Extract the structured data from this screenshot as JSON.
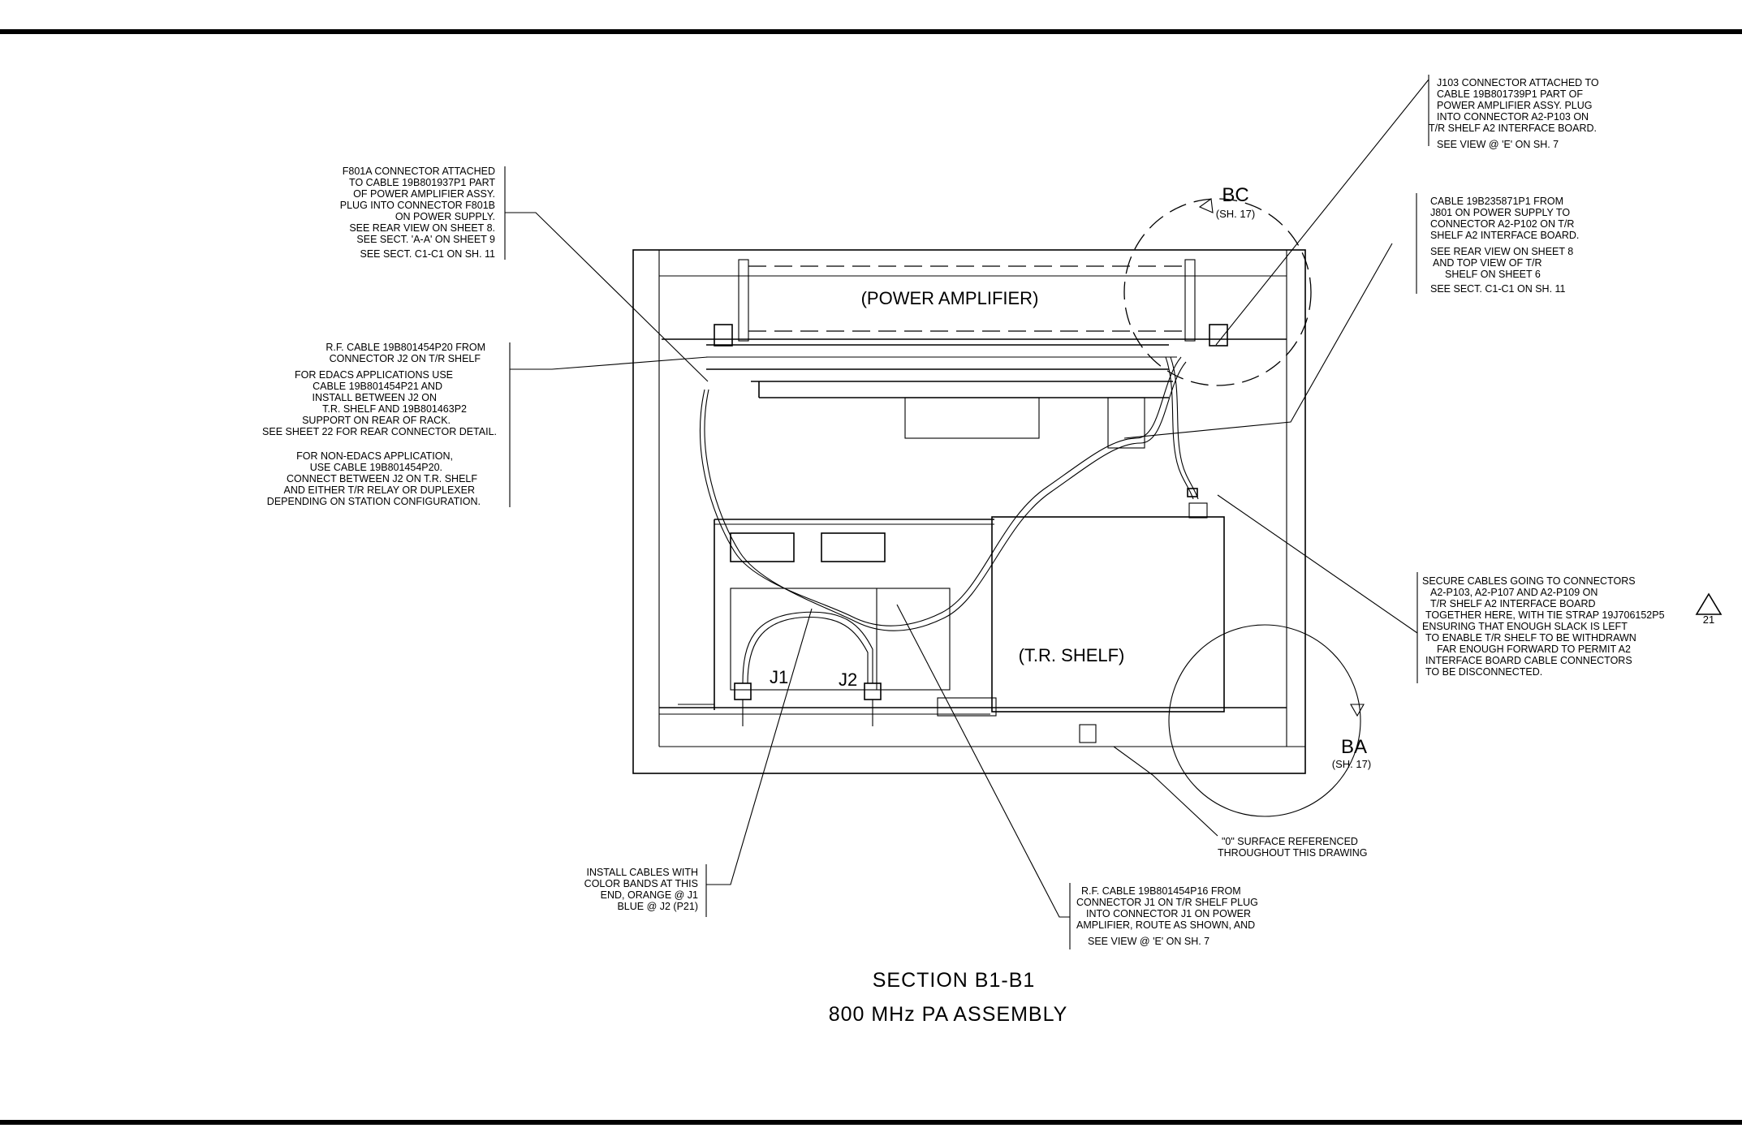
{
  "notes": {
    "f801a": [
      "F801A CONNECTOR ATTACHED",
      "TO CABLE 19B801937P1 PART",
      "OF POWER AMPLIFIER ASSY.",
      "PLUG INTO CONNECTOR F801B",
      "ON POWER SUPPLY.",
      "SEE REAR VIEW ON SHEET 8.",
      "SEE SECT. 'A-A' ON SHEET 9",
      "SEE SECT. C1-C1 ON SH. 11"
    ],
    "rf_cable_j2": [
      "R.F. CABLE 19B801454P20 FROM",
      "CONNECTOR J2 ON T/R SHELF",
      "FOR EDACS APPLICATIONS USE",
      "CABLE 19B801454P21 AND",
      "INSTALL BETWEEN J2 ON",
      "T.R. SHELF AND 19B801463P2",
      "SUPPORT ON REAR OF RACK.",
      "SEE SHEET 22 FOR REAR CONNECTOR DETAIL.",
      "FOR NON-EDACS APPLICATION,",
      "USE CABLE 19B801454P20.",
      "CONNECT BETWEEN J2 ON T.R. SHELF",
      "AND EITHER T/R RELAY OR DUPLEXER",
      "DEPENDING ON STATION CONFIGURATION."
    ],
    "j103": [
      "J103 CONNECTOR ATTACHED TO",
      "CABLE 19B801739P1 PART OF",
      "POWER AMPLIFIER ASSY. PLUG",
      "INTO CONNECTOR A2-P103 ON",
      "T/R SHELF A2 INTERFACE BOARD.",
      "SEE VIEW @ 'E' ON SH. 7"
    ],
    "cable_j801": [
      "CABLE 19B235871P1 FROM",
      "J801 ON POWER SUPPLY TO",
      "CONNECTOR A2-P102 ON T/R",
      "SHELF A2 INTERFACE BOARD.",
      "SEE REAR VIEW ON SHEET 8",
      "AND TOP VIEW OF T/R",
      "SHELF ON SHEET 6",
      "SEE SECT. C1-C1 ON SH. 11"
    ],
    "secure": [
      "SECURE CABLES GOING TO CONNECTORS",
      "A2-P103, A2-P107 AND A2-P109 ON",
      "T/R SHELF A2 INTERFACE BOARD",
      "TOGETHER HERE, WITH TIE STRAP 19J706152P5",
      "ENSURING THAT ENOUGH SLACK IS LEFT",
      "TO ENABLE T/R SHELF TO BE WITHDRAWN",
      "FAR ENOUGH FORWARD TO PERMIT A2",
      "INTERFACE BOARD CABLE CONNECTORS",
      "TO BE DISCONNECTED."
    ],
    "surface": [
      "\"0\" SURFACE REFERENCED",
      "THROUGHOUT THIS DRAWING"
    ],
    "install": [
      "INSTALL CABLES WITH",
      "COLOR BANDS AT THIS",
      "END, ORANGE @ J1",
      "BLUE @ J2 (P21)"
    ],
    "rf_cable_j1": [
      "R.F. CABLE 19B801454P16 FROM",
      "CONNECTOR J1 ON T/R SHELF PLUG",
      "INTO CONNECTOR J1 ON POWER",
      "AMPLIFIER, ROUTE AS SHOWN, AND",
      "SEE VIEW @ 'E' ON SH. 7"
    ]
  },
  "labels": {
    "power_amplifier": "(POWER AMPLIFIER)",
    "tr_shelf": "(T.R. SHELF)",
    "j1": "J1",
    "j2": "J2",
    "bc": "BC",
    "bc_sheet": "(SH. 17)",
    "ba": "BA",
    "ba_sheet": "(SH. 17)",
    "flag_number": "21"
  },
  "caption": {
    "section": "SECTION   B1-B1",
    "title": "800 MHz PA ASSEMBLY"
  }
}
